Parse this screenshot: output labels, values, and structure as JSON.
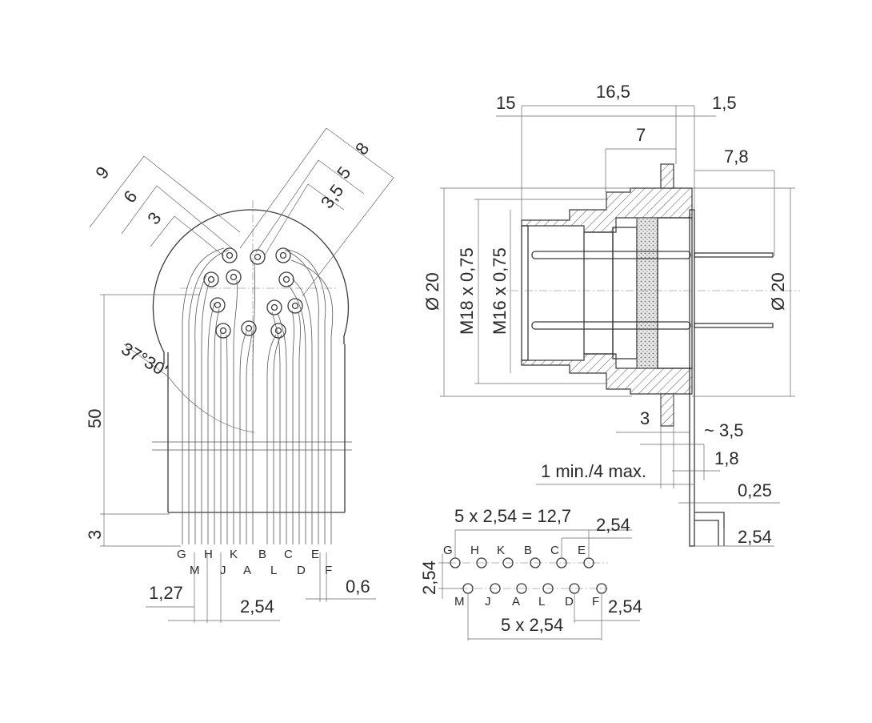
{
  "left_view": {
    "dims": {
      "d9": "9",
      "d6": "6",
      "d3_top": "3",
      "d8": "8",
      "d5": "5",
      "d3_5": "3,5",
      "angle": "37°30'",
      "d50": "50",
      "d3_bottom": "3",
      "d1_27": "1,27",
      "d2_54": "2,54",
      "d0_6": "0,6"
    },
    "pins_row1": [
      "G",
      "H",
      "J",
      "K",
      "B",
      "C",
      "E"
    ],
    "pins_row2": [
      "M",
      "A",
      "L",
      "D",
      "F"
    ]
  },
  "side_view": {
    "dims": {
      "d15": "15",
      "d16_5": "16,5",
      "d1_5": "1,5",
      "d7": "7",
      "d7_8": "7,8",
      "dia20_left": "Ø 20",
      "m18": "M18 x 0,75",
      "m16": "M16 x 0,75",
      "dia20_right": "Ø 20",
      "d3": "3",
      "d3_5": "~ 3,5",
      "d1_8": "1,8",
      "min_max": "1 min./4 max.",
      "d0_25": "0,25",
      "d2_54": "2,54"
    }
  },
  "footprint": {
    "dims": {
      "top": "5 x 2,54 = 12,7",
      "right_top": "2,54",
      "left": "2,54",
      "right_bottom": "2,54",
      "bottom": "5 x 2,54"
    },
    "row_top": [
      "G",
      "H",
      "K",
      "B",
      "C",
      "E"
    ],
    "row_bottom": [
      "M",
      "J",
      "A",
      "L",
      "D",
      "F"
    ]
  }
}
